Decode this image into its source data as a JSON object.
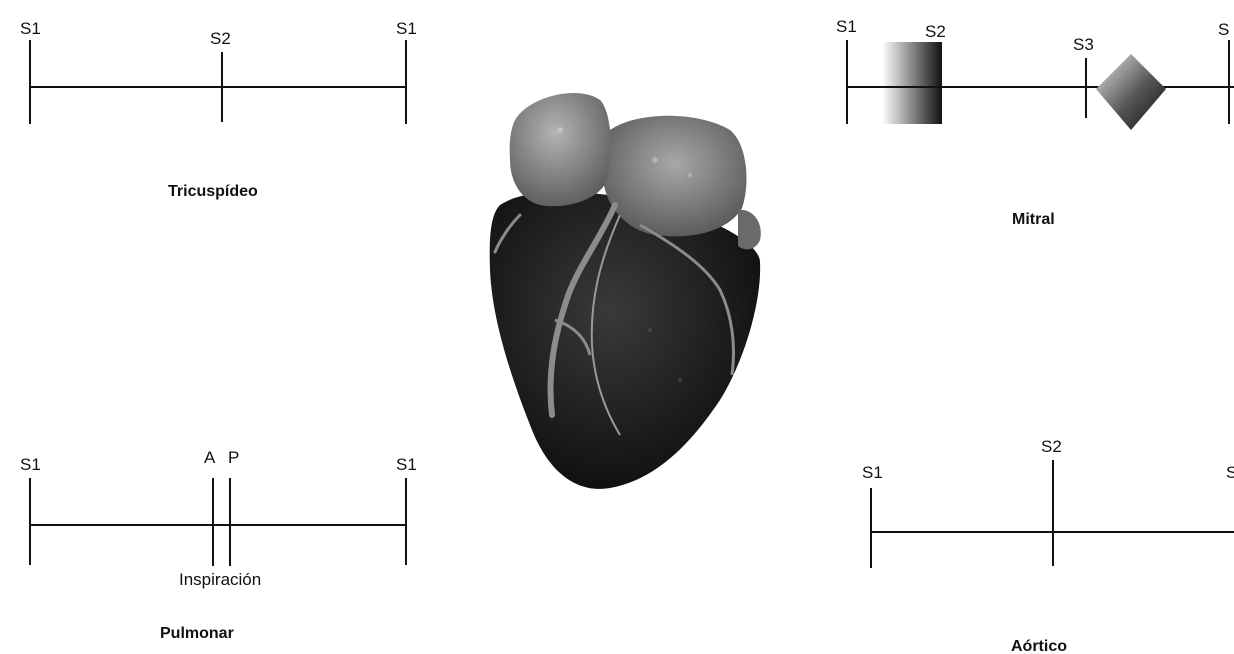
{
  "diagram": {
    "tricuspid": {
      "title": "Tricuspídeo",
      "labels": {
        "s1_left": "S1",
        "s2": "S2",
        "s1_right": "S1"
      }
    },
    "mitral": {
      "title": "Mitral",
      "labels": {
        "s1_left": "S1",
        "s2": "S2",
        "s3": "S3",
        "s1_right": "S"
      }
    },
    "pulmonary": {
      "title": "Pulmonar",
      "labels": {
        "s1_left": "S1",
        "a": "A",
        "p": "P",
        "s1_right": "S1",
        "note": "Inspiración"
      }
    },
    "aortic": {
      "title": "Aórtico",
      "labels": {
        "s1_left": "S1",
        "s2": "S2",
        "s1_right": "S"
      }
    },
    "heart_icon": "heart-anatomy-illustration",
    "colors": {
      "ink": "#111111",
      "heart_dark": "#1c1c1c",
      "heart_mid": "#5a5a5a",
      "heart_light": "#9a9a9a"
    }
  }
}
